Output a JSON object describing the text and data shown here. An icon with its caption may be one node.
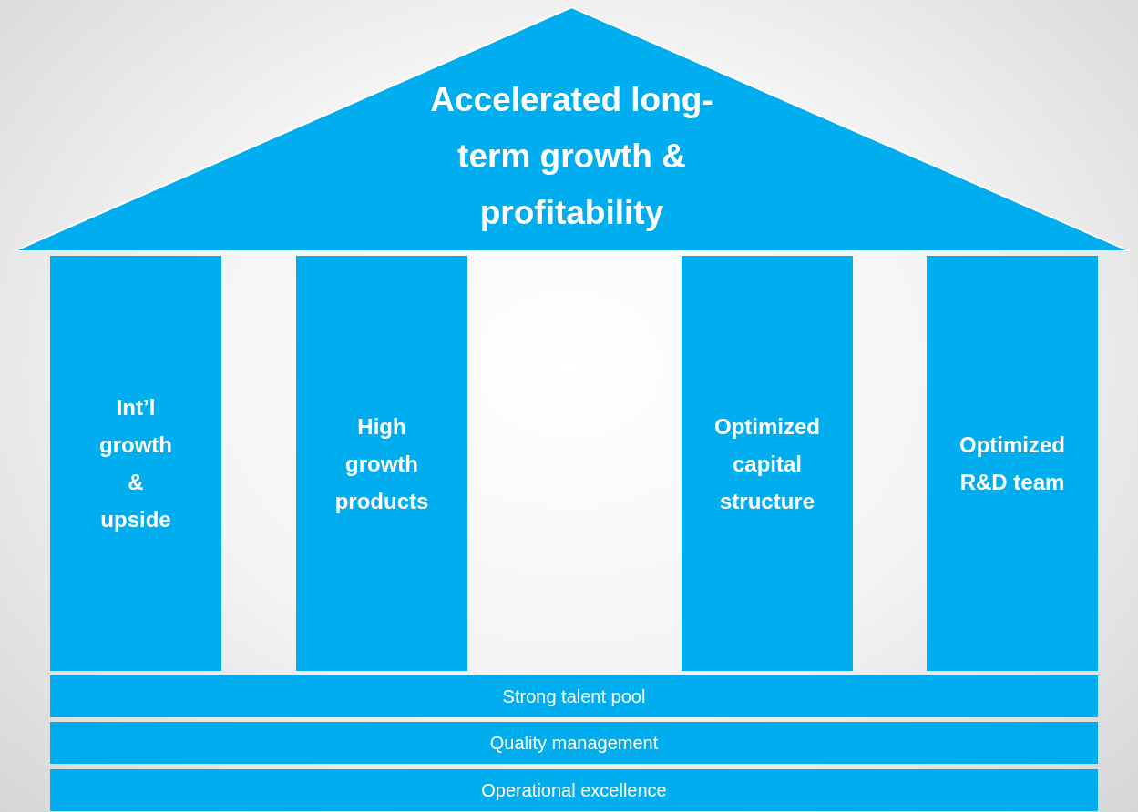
{
  "diagram": {
    "nodes": [
      {
        "text": [
          "Accelerated long-term growth & profitability"
        ]
      },
      {
        "text": [
          "Int’l growth & upside"
        ]
      },
      {
        "text": [
          "High growth products"
        ]
      },
      {
        "text": [
          "Optimized capital structure"
        ]
      },
      {
        "text": [
          "Optimized R&D team"
        ]
      },
      {
        "text": [
          "Strong talent pool"
        ]
      },
      {
        "text": [
          "Quality management"
        ]
      },
      {
        "text": [
          "Operational excellence"
        ]
      }
    ]
  }
}
